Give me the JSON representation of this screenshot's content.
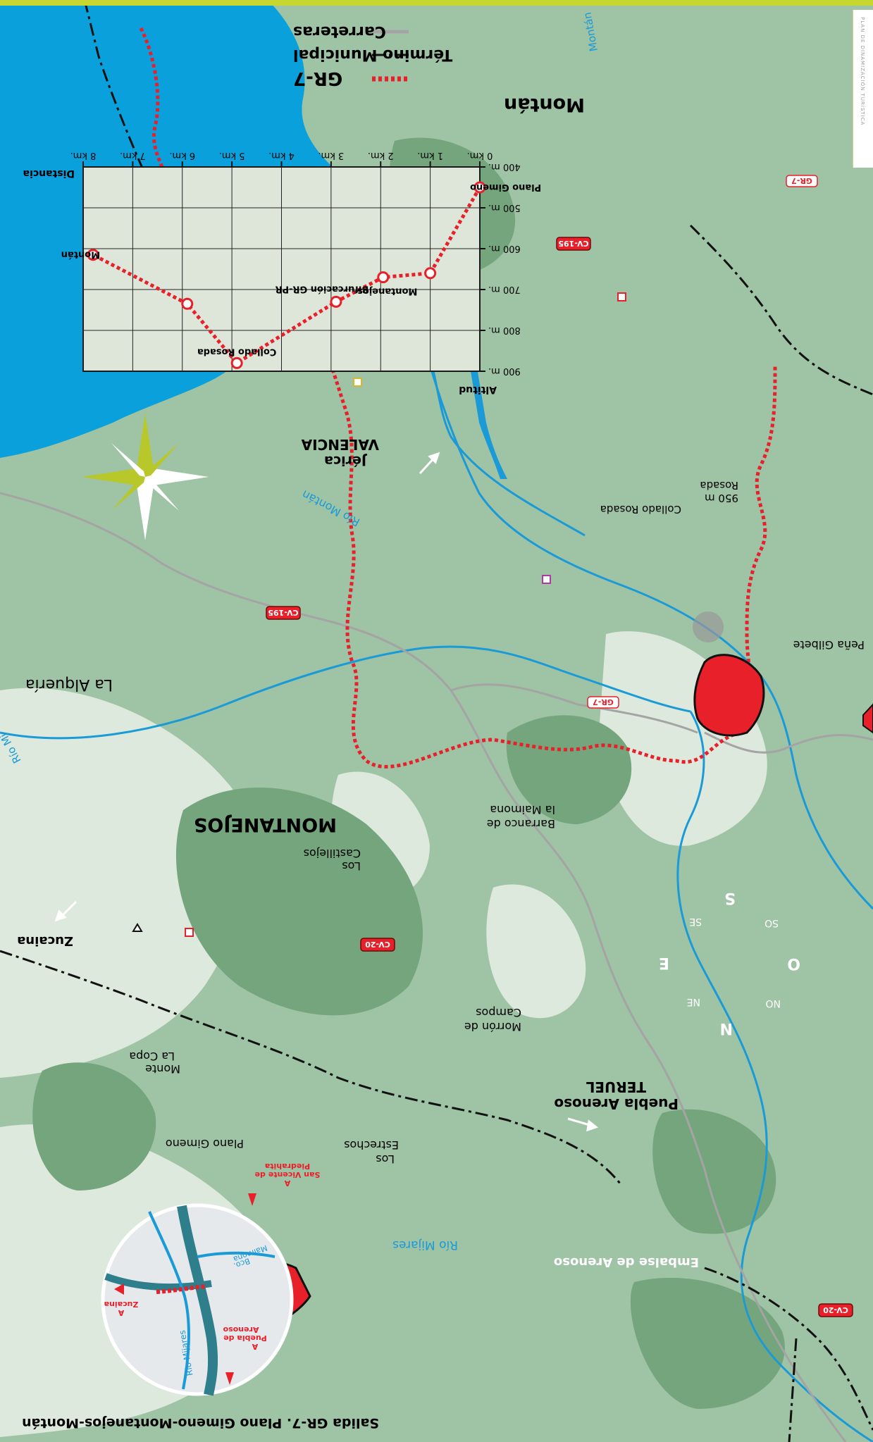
{
  "colors": {
    "border": "#c8d630",
    "terrain_light": "#dde9dc",
    "terrain_mid": "#a8c8ab",
    "terrain_dark": "#74a57d",
    "water": "#0aa0dc",
    "river": "#1a9ad6",
    "road": "#a4a4a4",
    "trail": "#e8202a",
    "town": "#e8202a",
    "boundary": "#111111",
    "compass": "#b8c82a"
  },
  "side_tab": {
    "text": "PLAN DE DINAMIZACIÓN TURÍSTICA"
  },
  "map_title": "Salida GR-7. Plano Gimeno-Montanejos-Montán",
  "legend": {
    "items": [
      {
        "label": "GR-7",
        "symbol": "trail-icon"
      },
      {
        "label": "Término Municipal",
        "symbol": "boundary-icon"
      },
      {
        "label": "Carreteras",
        "symbol": "road-icon"
      }
    ]
  },
  "towns": {
    "montan": "Montán",
    "montanejos": "MONTANEJOS"
  },
  "places": {
    "la_alqueria": "La Alquería",
    "zucaina": "Zucaina",
    "jerica": "Jérica",
    "valencia": "VALENCIA",
    "puebla_arenoso": "Puebla Arenoso",
    "teruel": "TERUEL",
    "pena_gilbete": "Peña Gilbete",
    "collado_rosada": "Collado Rosada",
    "rosada_peak_alt": "950 m",
    "rosada_peak_name": "Rosada",
    "plano_gimeno": "Plano Gimeno",
    "monte_la_copa_1": "Monte",
    "monte_la_copa_2": "La Copa",
    "los_estrechos_1": "Los",
    "los_estrechos_2": "Estrechos",
    "los_castillejos_1": "Los",
    "los_castillejos_2": "Castillejos",
    "morron_campos_1": "Morrón de",
    "morron_campos_2": "Campos",
    "barranco_1": "Barranco de",
    "barranco_2": "la Maimona",
    "embalse": "Embalse de Arenoso",
    "rio_montan": "Río Montán",
    "rio_montan_top": "Montán",
    "rio_mijares": "Río Mijares",
    "rio_mi_edge": "Río Mi"
  },
  "roads": {
    "cv195_a": "CV-195",
    "cv195_b": "CV-195",
    "cv20_a": "CV-20",
    "cv20_b": "CV-20",
    "gr7_a": "GR-7",
    "gr7_b": "GR-7"
  },
  "compass": {
    "N": "N",
    "S": "S",
    "E": "E",
    "O": "O",
    "NE": "NE",
    "NO": "NO",
    "SE": "SE",
    "SO": "SO"
  },
  "inset": {
    "a_san_vicente_1": "A",
    "a_san_vicente_2": "San Vicente de",
    "a_san_vicente_3": "Piedrahita",
    "a_puebla_1": "A",
    "a_puebla_2": "Puebla de",
    "a_puebla_3": "Arenoso",
    "a_zucaina_1": "A",
    "a_zucaina_2": "Zucaina",
    "bco_maimona_1": "Bco.",
    "bco_maimona_2": "Maimona",
    "rio_mijares": "Río Mijares"
  },
  "chart_data": {
    "type": "line",
    "title": "",
    "xlabel": "Distancia",
    "ylabel": "Altitud",
    "x_ticks": [
      "0 km.",
      "1 km.",
      "2 km.",
      "3 km.",
      "4 km.",
      "5 km.",
      "6 km.",
      "7 km.",
      "8 km."
    ],
    "y_ticks": [
      "400 m.",
      "500 m.",
      "600 m.",
      "700 m.",
      "800 m.",
      "900 m."
    ],
    "xlim": [
      0,
      8
    ],
    "ylim": [
      400,
      900
    ],
    "grid": true,
    "series": [
      {
        "points": [
          {
            "x": 0.0,
            "y": 450
          },
          {
            "x": 1.0,
            "y": 660
          },
          {
            "x": 1.95,
            "y": 670
          },
          {
            "x": 2.9,
            "y": 730
          },
          {
            "x": 4.9,
            "y": 880
          },
          {
            "x": 5.9,
            "y": 735
          },
          {
            "x": 7.8,
            "y": 615
          }
        ]
      }
    ],
    "point_labels": [
      {
        "index": 0,
        "text": "Plano Gimeno"
      },
      {
        "index": 2,
        "text": "Montanejos"
      },
      {
        "index": 3,
        "text": "Bifurcación GR-PR"
      },
      {
        "index": 4,
        "text": "Collado Rosada"
      },
      {
        "index": 6,
        "text": "Montán"
      }
    ]
  }
}
